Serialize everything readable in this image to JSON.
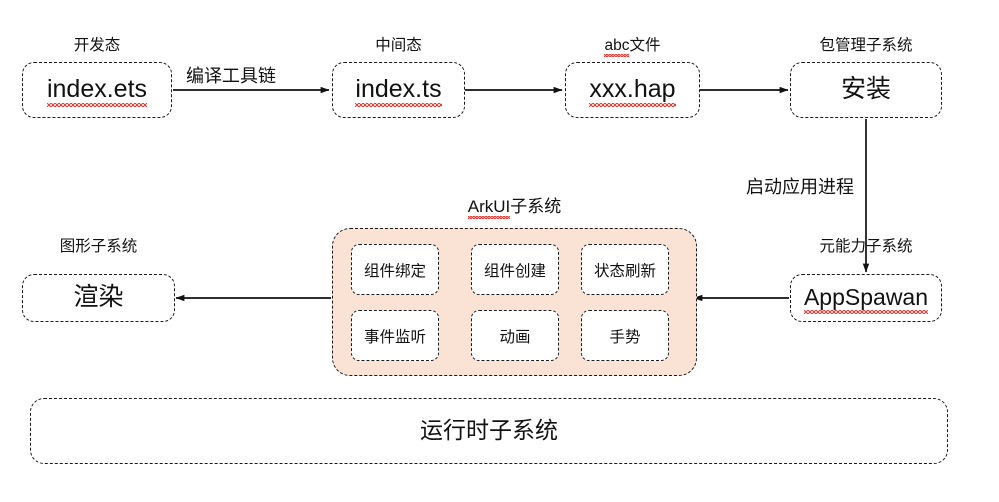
{
  "diagram": {
    "title_note": "ArkUI application build and runtime flow",
    "colors": {
      "arkui_group_fill": "#fae2d5",
      "node_stroke": "#1a1a1a",
      "spellcheck_underline": "#e8403a",
      "background": "#ffffff"
    }
  },
  "pipeline": {
    "dev_state": {
      "caption": "开发态",
      "box_label": "index.ets"
    },
    "intermediate_state": {
      "caption": "中间态",
      "box_label": "index.ts"
    },
    "abc_file": {
      "caption": "abc文件",
      "caption_spellcheck": "abc",
      "caption_plain": "文件",
      "box_label": "xxx.hap"
    },
    "bundle_manager": {
      "caption": "包管理子系统",
      "box_label": "安装"
    }
  },
  "edges": {
    "compile_toolchain": "编译工具链",
    "start_app_process": "启动应用进程"
  },
  "ability": {
    "caption": "元能力子系统",
    "box_label": "AppSpawan"
  },
  "graphics": {
    "caption": "图形子系统",
    "box_label": "渲染"
  },
  "arkui": {
    "caption": "ArkUI子系统",
    "caption_spellcheck": "ArkUI",
    "caption_plain": "子系统",
    "cells": [
      {
        "label": "组件绑定"
      },
      {
        "label": "组件创建"
      },
      {
        "label": "状态刷新"
      },
      {
        "label": "事件监听"
      },
      {
        "label": "动画"
      },
      {
        "label": "手势"
      }
    ]
  },
  "runtime": {
    "box_label": "运行时子系统"
  }
}
